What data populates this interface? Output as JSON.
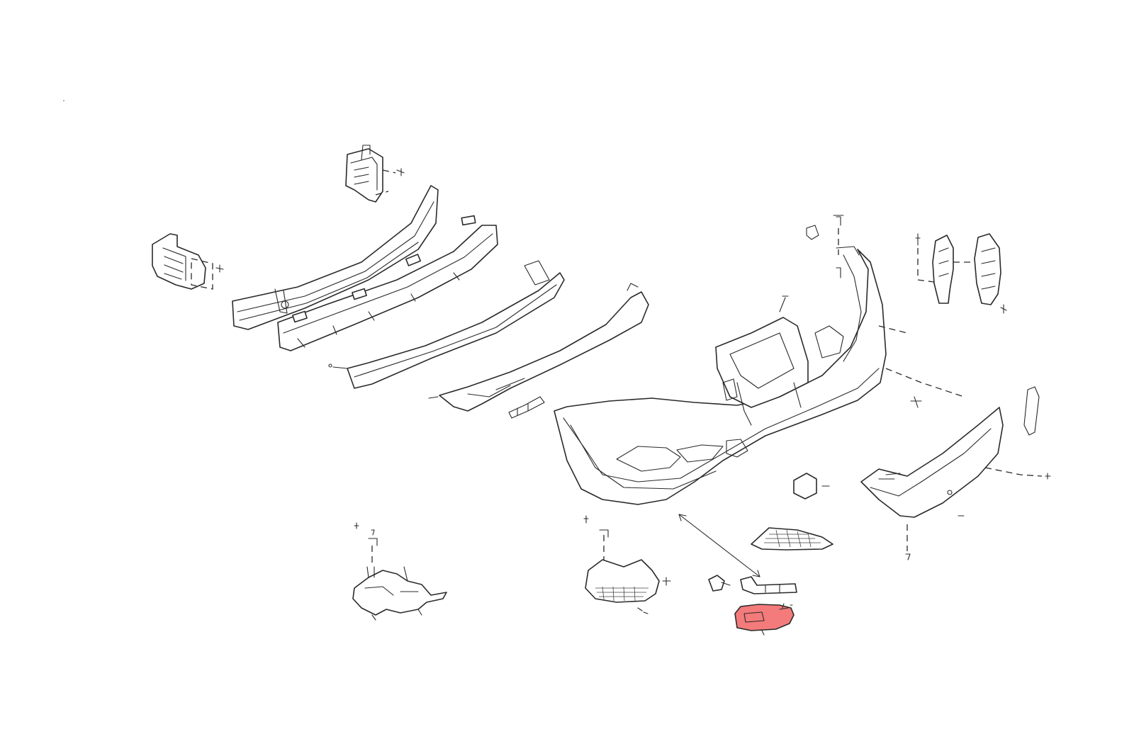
{
  "diagram": {
    "type": "exploded-parts-diagram",
    "highlight_color": "#f47b7b",
    "line_color": "#2a2a2a",
    "background": "#ffffff",
    "parts": [
      "upper-left-bumper-bracket",
      "left-bumper-bracket",
      "bumper-reinforcement-beam",
      "energy-absorber-foam",
      "lower-reinforcement-bar",
      "lower-deflector-plate",
      "front-bumper-fascia",
      "radiator-core-support",
      "right-bumper-side-brackets",
      "lower-bumper-grille-trim",
      "fog-lamp-bracket-left",
      "fog-lamp-assembly",
      "highlighted-fog-lamp-cover",
      "tow-hook-cover",
      "lower-grille-insert"
    ],
    "highlighted_part": "highlighted-fog-lamp-cover"
  }
}
